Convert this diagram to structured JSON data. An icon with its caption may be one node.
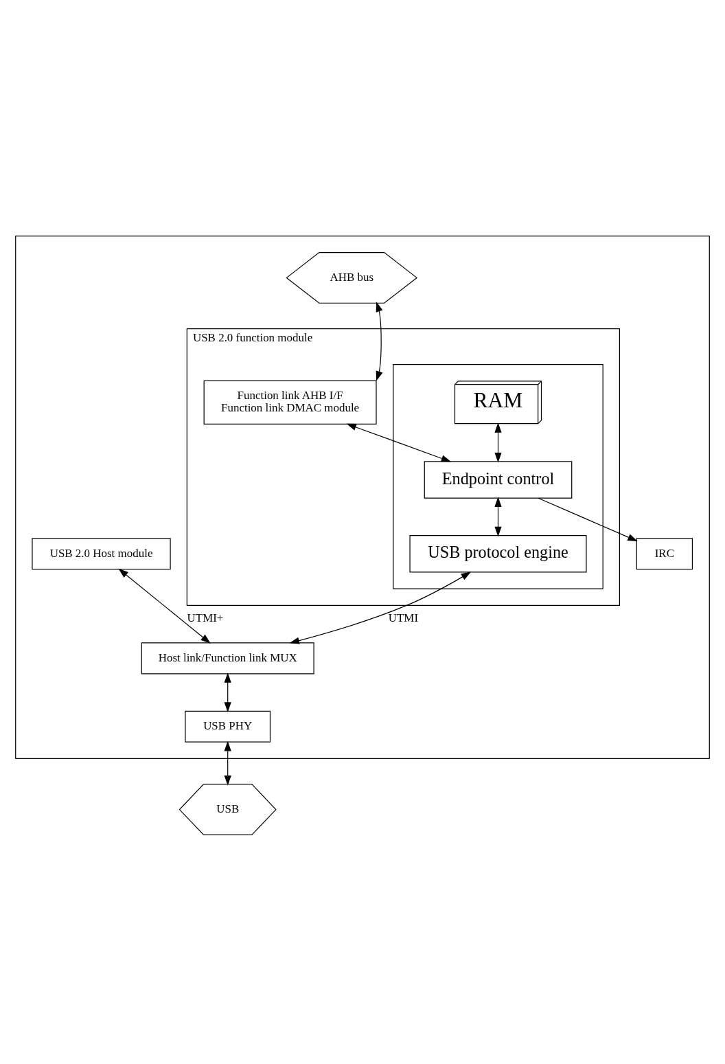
{
  "diagram": {
    "nodes": [
      {
        "text": [],
        "shape": "box"
      },
      {
        "text": [
          "AHB bus"
        ],
        "in": 0
      },
      {
        "text": [
          "IRC"
        ],
        "in": 0
      },
      {
        "text": [
          "USB 2.0 function module"
        ],
        "in": 0
      },
      {
        "text": [
          "Function link AHB I/F",
          "Function link DMAC module"
        ],
        "in": 3
      },
      {
        "text": [],
        "shape": "box",
        "in": 3
      },
      {
        "text": [
          "RAM"
        ],
        "in": 5
      },
      {
        "text": [
          "Endpoint control"
        ],
        "in": 5
      },
      {
        "text": [
          "USB protocol engine"
        ],
        "in": 5
      },
      {
        "text": [
          "USB 2.0 Host module"
        ],
        "in": 0
      },
      {
        "text": [
          "Host link/Function link MUX"
        ],
        "in": 0
      },
      {
        "text": [
          "USB PHY"
        ],
        "in": 0
      },
      {
        "text": [
          "USB"
        ]
      }
    ],
    "edges": [
      {
        "from": 1,
        "to": 4,
        "arrow": "both"
      },
      {
        "from": 4,
        "to": 7,
        "arrow": "both"
      },
      {
        "from": 7,
        "to": 2,
        "arrow": "to"
      },
      {
        "from": 6,
        "to": 7,
        "arrow": "both"
      },
      {
        "from": 7,
        "to": 8,
        "arrow": "both"
      },
      {
        "from": 8,
        "to": 10,
        "arrow": "both",
        "label": "UTMI"
      },
      {
        "from": 9,
        "to": 10,
        "arrow": "both",
        "label": "UTMI+"
      },
      {
        "from": 10,
        "to": 11,
        "arrow": "both"
      },
      {
        "from": 11,
        "to": 12,
        "arrow": "both"
      }
    ]
  }
}
